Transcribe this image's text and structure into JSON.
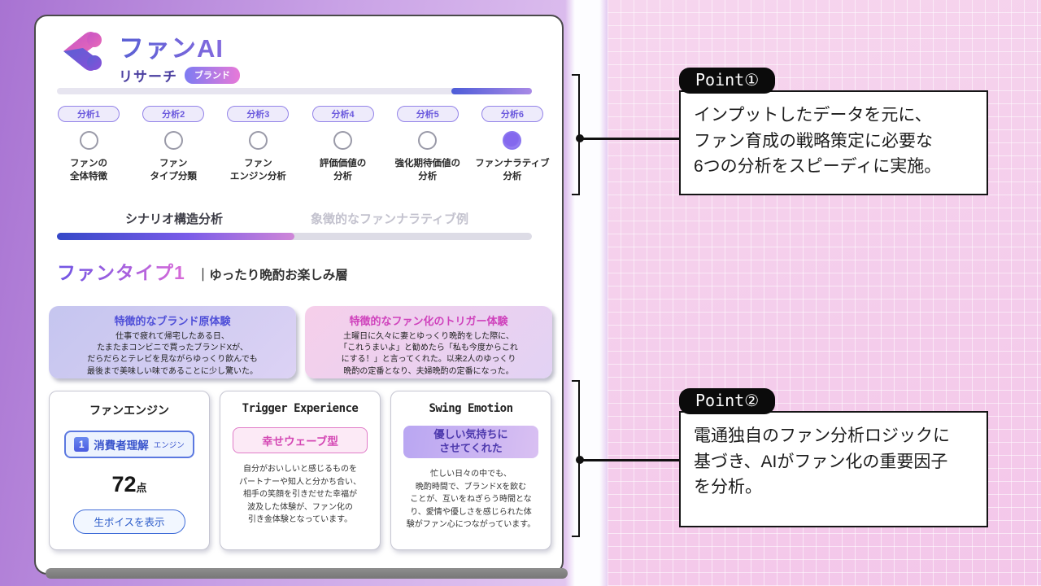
{
  "colors": {
    "accent_purple": "#7a5ce8",
    "accent_pink": "#e06ad8",
    "accent_blue": "#3a55cc",
    "card_border": "#4a4a4a",
    "callout_border": "#151515",
    "bg_left_purple": "#a873d2",
    "bg_right_pink": "#f3c6e9"
  },
  "app": {
    "logo": {
      "title": "ファンAI",
      "subtitle": "リサーチ",
      "badge": "ブランド"
    },
    "top_progress_percent": 17,
    "steps": [
      {
        "label": "分析1",
        "caption": "ファンの\n全体特徴",
        "active": false
      },
      {
        "label": "分析2",
        "caption": "ファン\nタイプ分類",
        "active": false
      },
      {
        "label": "分析3",
        "caption": "ファン\nエンジン分析",
        "active": false
      },
      {
        "label": "分析4",
        "caption": "評価価値の\n分析",
        "active": false
      },
      {
        "label": "分析5",
        "caption": "強化期待価値の\n分析",
        "active": false
      },
      {
        "label": "分析6",
        "caption": "ファンナラティブ\n分析",
        "active": true
      }
    ],
    "tabs": [
      {
        "label": "シナリオ構造分析",
        "active": true
      },
      {
        "label": "象徴的なファンナラティブ例",
        "active": false
      }
    ],
    "scenario_progress_percent": 50,
    "fan_type": {
      "title": "ファンタイプ1",
      "subtitle": "｜ゆったり晩酌お楽しみ層"
    },
    "experiences": [
      {
        "title": "特徴的なブランド原体験",
        "body": "仕事で疲れて帰宅したある日、\nたまたまコンビニで買ったブランドXが、\nだらだらとテレビを見ながらゆっくり飲んでも\n最後まで美味しい味であることに少し驚いた。"
      },
      {
        "title": "特徴的なファン化のトリガー体験",
        "body": "土曜日に久々に妻とゆっくり晩酌をした際に、\n「これうまいよ」と勧めたら「私も今度からこれ\nにする！」と言ってくれた。以来2人のゆっくり\n晩酌の定番となり、夫婦晩酌の定番になった。"
      }
    ],
    "fan_engine_card": {
      "title": "ファンエンジン",
      "engine_number": "1",
      "engine_name": "消費者理解",
      "engine_suffix": "エンジン",
      "score_value": "72",
      "score_unit": "点",
      "button_label": "生ボイスを表示"
    },
    "trigger_card": {
      "title": "Trigger Experience",
      "tag": "幸せウェーブ型",
      "body": "自分がおいしいと感じるものを\nパートナーや知人と分かち合い、\n相手の笑顔を引きだせた幸福が\n波及した体験が、ファン化の\n引き金体験となっています。"
    },
    "swing_card": {
      "title": "Swing Emotion",
      "tag": "優しい気持ちに\nさせてくれた",
      "body": "忙しい日々の中でも、\n晩酌時間で、ブランドXを飲む\nことが、互いをねぎらう時間とな\nり、愛情や優しさを感じられた体\n験がファン心につながっています。"
    }
  },
  "callouts": [
    {
      "label": "Point①",
      "body": "インプットしたデータを元に、\nファン育成の戦略策定に必要な\n6つの分析をスピーディに実施。"
    },
    {
      "label": "Point②",
      "body": "電通独自のファン分析ロジックに\n基づき、AIがファン化の重要因子\nを分析。"
    }
  ]
}
